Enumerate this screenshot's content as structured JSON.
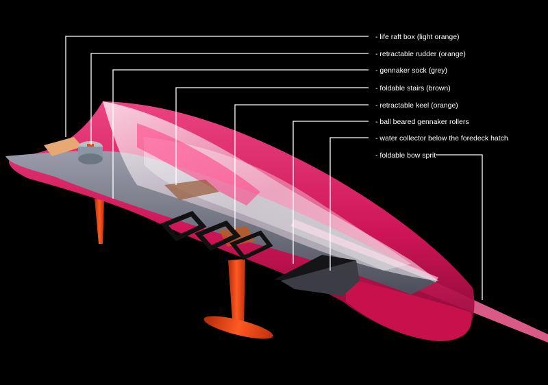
{
  "labels": [
    {
      "id": "life-raft-box",
      "text": "- life raft box (light orange)",
      "color": "#e6a06a"
    },
    {
      "id": "retractable-rudder",
      "text": "- retractable rudder (orange)",
      "color": "#e8451a"
    },
    {
      "id": "gennaker-sock",
      "text": "- gennaker sock (grey)",
      "color": "#8a8c98"
    },
    {
      "id": "foldable-stairs",
      "text": "- foldable stairs (brown)",
      "color": "#8a5a3a"
    },
    {
      "id": "retractable-keel",
      "text": "- retractable keel  (orange)",
      "color": "#e8451a"
    },
    {
      "id": "gennaker-rollers",
      "text": "- ball beared gennaker rollers",
      "color": "#222222"
    },
    {
      "id": "water-collector",
      "text": "- water collector below the foredeck hatch",
      "color": "#3a3a42"
    },
    {
      "id": "bow-sprit",
      "text": "- foldable bow sprit",
      "color": "#ff7aa8"
    }
  ],
  "colors": {
    "background": "#000000",
    "hull": "#ff2f7a",
    "glass": "#f4f4f8",
    "deck": "#7d7f8c",
    "keel": "#e2441a",
    "callout": "#ffffff"
  }
}
